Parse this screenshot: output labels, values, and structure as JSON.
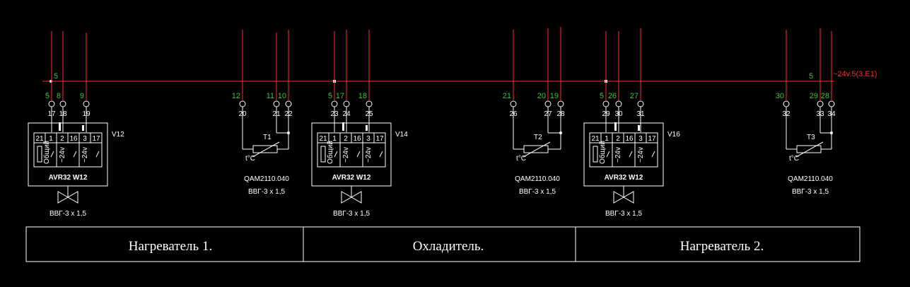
{
  "colors": {
    "background": "#000000",
    "wire": "#ff2b2b",
    "symbol": "#ffffff",
    "wire_number": "#3ec43e"
  },
  "bus": {
    "wire_label": "5",
    "supply_label": "~24v.5(3.E1)"
  },
  "drops": [
    {
      "wire": "5",
      "terminal": "17"
    },
    {
      "wire": "8",
      "terminal": "18"
    },
    {
      "wire": "9",
      "terminal": "19"
    },
    {
      "wire": "12",
      "terminal": "20"
    },
    {
      "wire": "11",
      "terminal": "21"
    },
    {
      "wire": "10",
      "terminal": "22"
    },
    {
      "wire": "5",
      "terminal": "23"
    },
    {
      "wire": "17",
      "terminal": "24"
    },
    {
      "wire": "18",
      "terminal": "25"
    },
    {
      "wire": "21",
      "terminal": "26"
    },
    {
      "wire": "20",
      "terminal": "27"
    },
    {
      "wire": "19",
      "terminal": "28"
    },
    {
      "wire": "5",
      "terminal": "29"
    },
    {
      "wire": "26",
      "terminal": "30"
    },
    {
      "wire": "27",
      "terminal": "31"
    },
    {
      "wire": "30",
      "terminal": "32"
    },
    {
      "wire": "29",
      "terminal": "33"
    },
    {
      "wire": "28",
      "terminal": "34"
    }
  ],
  "actuators": [
    {
      "id": "V12",
      "module_label": "AVR32 W12",
      "cable": "ВВГ-3 x 1,5",
      "pins": [
        "21",
        "1",
        "2",
        "16",
        "3",
        "17"
      ],
      "common": "Общий",
      "v24": "~24v"
    },
    {
      "id": "V14",
      "module_label": "AVR32 W12",
      "cable": "ВВГ-3 x 1,5",
      "pins": [
        "21",
        "1",
        "2",
        "16",
        "3",
        "17"
      ],
      "common": "Общий",
      "v24": "~24v"
    },
    {
      "id": "V16",
      "module_label": "AVR32 W12",
      "cable": "ВВГ-3 x 1,5",
      "pins": [
        "21",
        "1",
        "2",
        "16",
        "3",
        "17"
      ],
      "common": "Общий",
      "v24": "~24v"
    }
  ],
  "sensors": [
    {
      "id": "T1",
      "model": "QAM2110.040",
      "cable": "ВВГ-3 x 1,5",
      "symbol": "t°C"
    },
    {
      "id": "T2",
      "model": "QAM2110.040",
      "cable": "ВВГ-3 x 1,5",
      "symbol": "t°C"
    },
    {
      "id": "T3",
      "model": "QAM2110.040",
      "cable": "ВВГ-3 x 1,5",
      "symbol": "t°C"
    }
  ],
  "sections": [
    {
      "label": "Нагреватель 1."
    },
    {
      "label": "Охладитель."
    },
    {
      "label": "Нагреватель 2."
    }
  ]
}
